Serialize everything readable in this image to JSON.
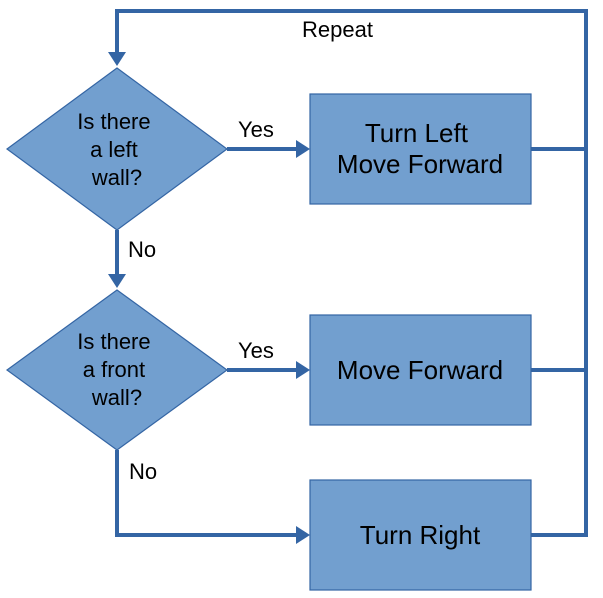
{
  "nodes": {
    "decision_left_wall": {
      "lines": [
        "Is there",
        "a left",
        "wall?"
      ]
    },
    "decision_front_wall": {
      "lines": [
        "Is there",
        "a front",
        "wall?"
      ]
    },
    "action_turn_left": {
      "lines": [
        "Turn Left",
        "Move Forward"
      ]
    },
    "action_move_forward": {
      "lines": [
        "Move Forward"
      ]
    },
    "action_turn_right": {
      "lines": [
        "Turn Right"
      ]
    }
  },
  "edges": {
    "repeat_label": "Repeat",
    "left_yes_label": "Yes",
    "left_no_label": "No",
    "front_yes_label": "Yes",
    "front_no_label": "No"
  },
  "colors": {
    "shape_fill": "#729fcf",
    "line_color": "#3465a4"
  }
}
